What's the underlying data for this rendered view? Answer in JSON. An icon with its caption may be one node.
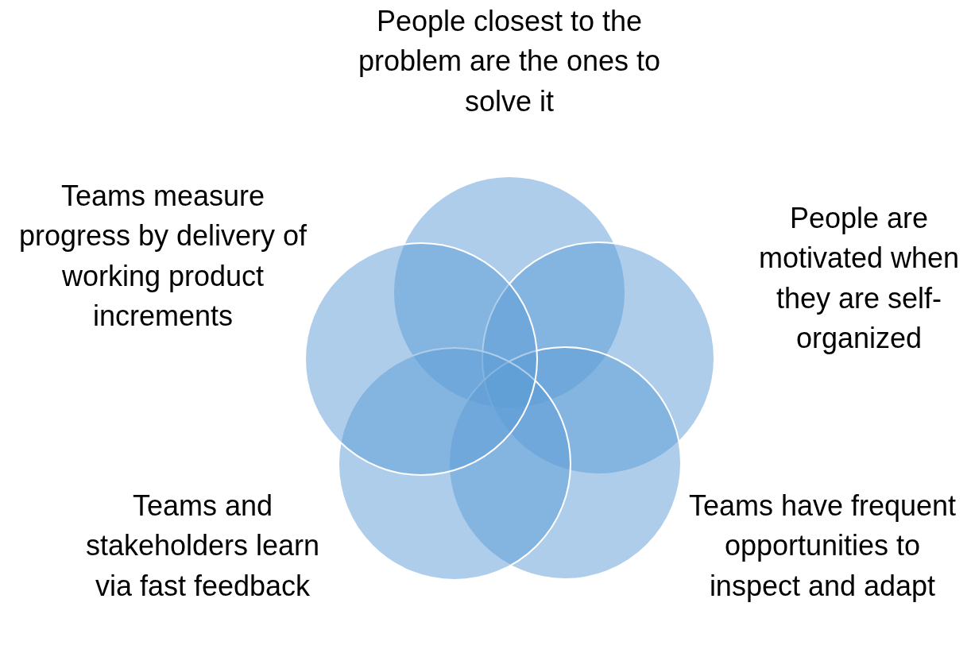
{
  "diagram": {
    "nodes": [
      {
        "text": [],
        "shape": "circle",
        "beside": [
          "People closest to the problem are the ones to solve it"
        ]
      },
      {
        "text": [],
        "shape": "circle",
        "beside": [
          "People are motivated when they are self-organized"
        ]
      },
      {
        "text": [],
        "shape": "circle",
        "beside": [
          "Teams have frequent opportunities to inspect and adapt"
        ]
      },
      {
        "text": [],
        "shape": "circle",
        "beside": [
          "Teams and stakeholders learn via fast feedback"
        ]
      },
      {
        "text": [],
        "shape": "circle",
        "beside": [
          "Teams measure progress by delivery of working product increments"
        ]
      }
    ],
    "edges": []
  }
}
